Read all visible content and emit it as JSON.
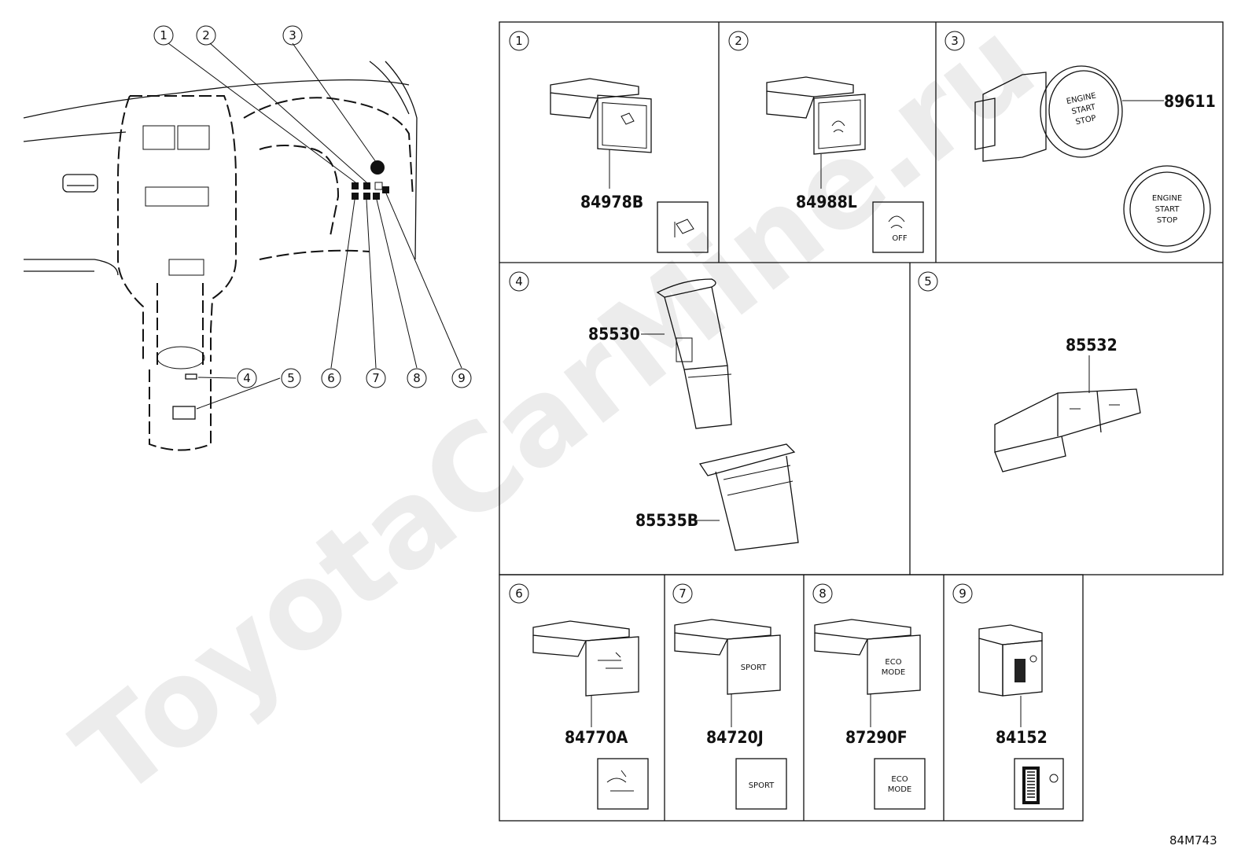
{
  "diagram_code": "84M743",
  "watermark": "ToyotaCarMine.ru",
  "callouts": [
    "1",
    "2",
    "3",
    "4",
    "5",
    "6",
    "7",
    "8",
    "9"
  ],
  "panels": [
    {
      "index": "1",
      "parts": [
        "84978B"
      ]
    },
    {
      "index": "2",
      "parts": [
        "84988L"
      ]
    },
    {
      "index": "3",
      "parts": [
        "89611"
      ],
      "button_text": [
        "ENGINE",
        "START",
        "STOP"
      ]
    },
    {
      "index": "4",
      "parts": [
        "85530",
        "85535B"
      ]
    },
    {
      "index": "5",
      "parts": [
        "85532"
      ]
    },
    {
      "index": "6",
      "parts": [
        "84770A"
      ]
    },
    {
      "index": "7",
      "parts": [
        "84720J"
      ],
      "switch_text": "SPORT"
    },
    {
      "index": "8",
      "parts": [
        "87290F"
      ],
      "switch_text": [
        "ECO",
        "MODE"
      ]
    },
    {
      "index": "9",
      "parts": [
        "84152"
      ]
    }
  ],
  "icon_labels": {
    "off": "OFF"
  }
}
